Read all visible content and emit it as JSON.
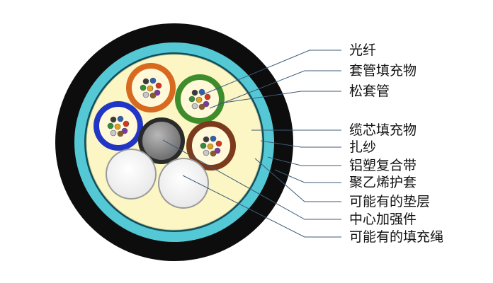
{
  "labels": [
    {
      "key": "fiber",
      "text": "光纤"
    },
    {
      "key": "tube_filler",
      "text": "套管填充物"
    },
    {
      "key": "loose_tube",
      "text": "松套管"
    },
    {
      "key": "cable_filler",
      "text": "缆芯填充物"
    },
    {
      "key": "binder_yarn",
      "text": "扎纱"
    },
    {
      "key": "aluminum_tape",
      "text": "铝塑复合带"
    },
    {
      "key": "pe_sheath",
      "text": "聚乙烯护套"
    },
    {
      "key": "optional_bedding",
      "text": "可能有的垫层"
    },
    {
      "key": "central_strength_member",
      "text": "中心加强件"
    },
    {
      "key": "optional_filler_rope",
      "text": "可能有的填充绳"
    }
  ],
  "colors": {
    "outer_sheath": "#0d0d0d",
    "aluminum_tape": "#55c8d6",
    "bedding": "#0f4f5a",
    "cable_filler": "#fbf6c4",
    "tube_orange": "#d86a20",
    "tube_green": "#3e8d2a",
    "tube_blue": "#2236c6",
    "tube_brown": "#7b3a1c",
    "central_member": "#8f8f8f",
    "filler_rope": "#ffffff",
    "leader_line": "#3c5a78"
  }
}
